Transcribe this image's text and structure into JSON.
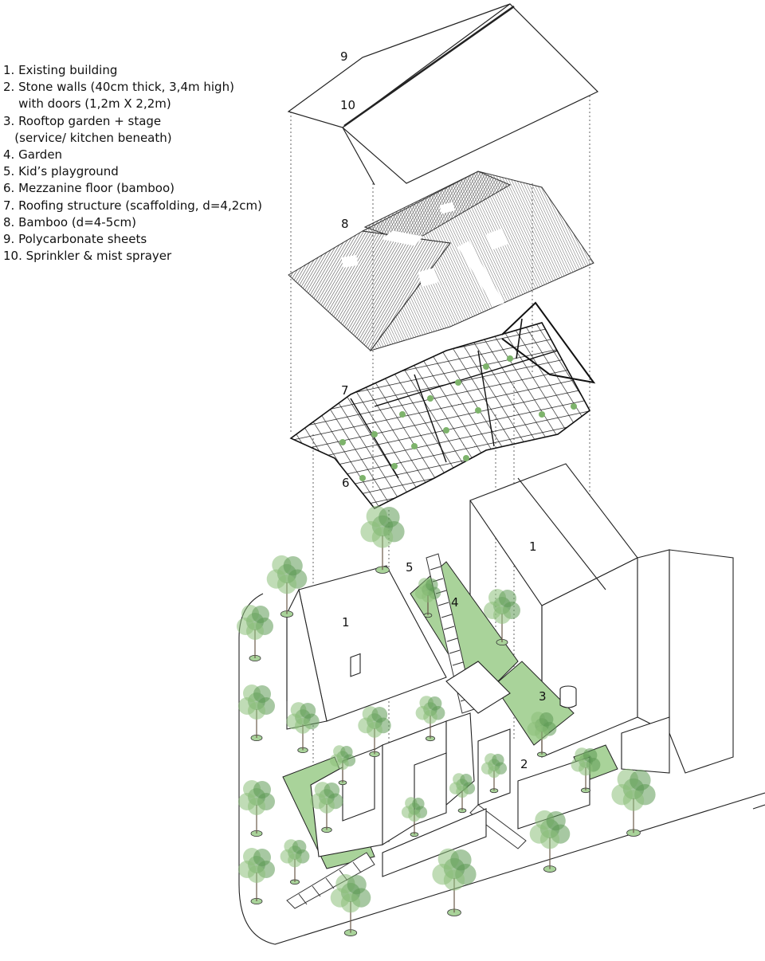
{
  "legend": {
    "items": [
      "1. Existing building",
      "2. Stone walls (40cm thick, 3,4m high)",
      "    with doors (1,2m X 2,2m)",
      "3. Rooftop garden + stage",
      "   (service/ kitchen beneath)",
      "4. Garden",
      "5. Kid’s playground",
      "6. Mezzanine floor (bamboo)",
      "7. Roofing structure (scaffolding, d=4,2cm)",
      "8. Bamboo (d=4-5cm)",
      "9. Polycarbonate sheets",
      "10. Sprinkler & mist sprayer"
    ]
  },
  "labels": {
    "l9": "9",
    "l10": "10",
    "l8": "8",
    "l7": "7",
    "l6": "6",
    "l1a": "1",
    "l1b": "1",
    "l5": "5",
    "l4": "4",
    "l3": "3",
    "l2": "2"
  },
  "colors": {
    "line": "#222222",
    "tree_green": "#8dbf7a",
    "tree_dark": "#5f9a55",
    "garden_fill": "#a9d39a",
    "bamboo_grey": "#9a9a9a"
  }
}
